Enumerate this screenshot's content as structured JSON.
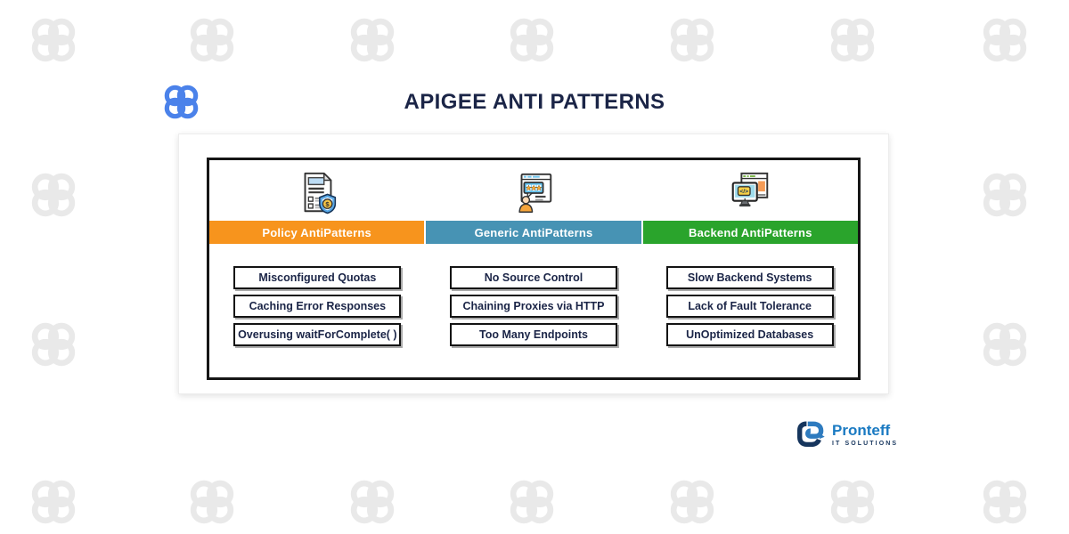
{
  "title": "APIGEE ANTI PATTERNS",
  "columns": [
    {
      "title": "Policy AntiPatterns",
      "color": "#f7941d",
      "icon": "document-with-dollar-shield",
      "items": [
        "Misconfigured Quotas",
        "Caching Error Responses",
        "Overusing waitForComplete( )"
      ]
    },
    {
      "title": "Generic AntiPatterns",
      "color": "#4793b4",
      "icon": "browser-rating-user",
      "items": [
        "No Source Control",
        "Chaining Proxies via HTTP",
        "Too Many Endpoints"
      ]
    },
    {
      "title": "Backend AntiPatterns",
      "color": "#2aa42c",
      "icon": "monitor-code-window",
      "items": [
        "Slow Backend Systems",
        "Lack of Fault Tolerance",
        "UnOptimized Databases"
      ]
    }
  ],
  "footer": {
    "brand": "Pronteff",
    "tagline": "IT SOLUTIONS"
  },
  "icons": {
    "brand": "knot-logo",
    "watermark": "knot-watermark",
    "policy_glyph": "$",
    "backend_glyph": "</>"
  },
  "colors": {
    "title_text": "#1b2547",
    "item_text": "#1b2547",
    "frame": "#161616",
    "watermark": "#e9e9e9",
    "brand_logo_blue": "#4b82ea",
    "pronteff_blue": "#1a7ac2",
    "pronteff_navy": "#16355d"
  }
}
